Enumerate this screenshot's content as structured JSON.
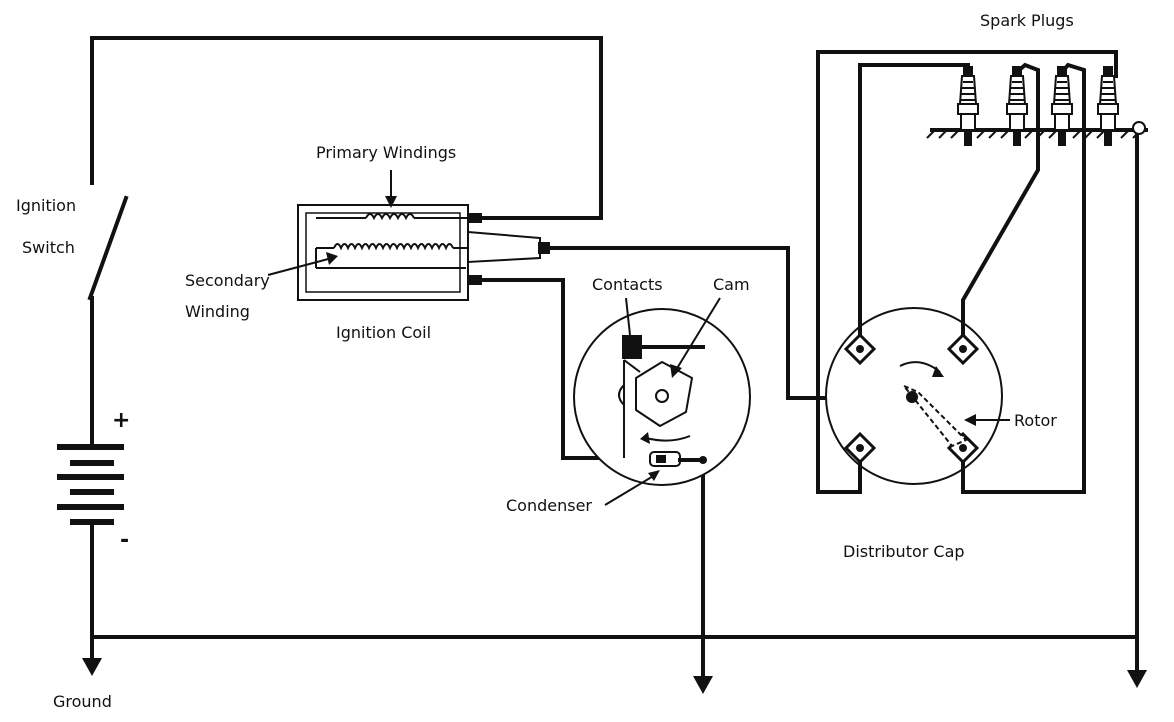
{
  "labels": {
    "ignition_switch_line1": "Ignition",
    "ignition_switch_line2": "Switch",
    "primary_windings": "Primary Windings",
    "secondary_winding_line1": "Secondary",
    "secondary_winding_line2": "Winding",
    "ignition_coil": "Ignition Coil",
    "contacts": "Contacts",
    "cam": "Cam",
    "condenser": "Condenser",
    "spark_plugs": "Spark Plugs",
    "rotor": "Rotor",
    "distributor_cap": "Distributor Cap",
    "ground": "Ground",
    "battery_plus": "+",
    "battery_minus": "-"
  }
}
